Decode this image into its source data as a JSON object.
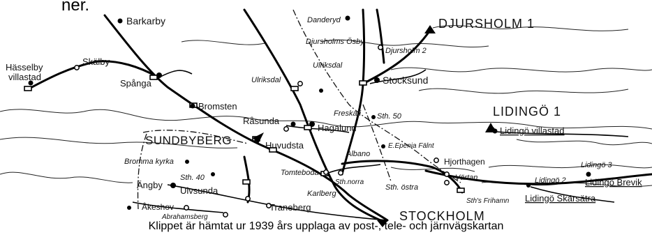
{
  "header_fragment": "ner.",
  "caption": "Klippet är hämtat ur 1939 års upplaga av post-, tele- och järnvägskartan",
  "places": {
    "barkarby": "Barkarby",
    "hasselby": [
      "Hässelby",
      "villastad"
    ],
    "skalby": "Skälby",
    "spanga": "Spånga",
    "bromsten": "Bromsten",
    "danderyd": "Danderyd",
    "djursholms_osby": "Djursholms Ösby",
    "djursholm2": "Djursholm 2",
    "djursholm1": "DJURSHOLM 1",
    "ulriksdal": "Ulriksdal",
    "ulriksdal_it": "Ulriksdal",
    "stocksund": "Stocksund",
    "rasunda": "Råsunda",
    "hagalund": "Hagalund",
    "freskati": "Freskati",
    "sth50": "Sth. 50",
    "lidingo1": "LIDINGÖ 1",
    "lidingo_villastad": "Lidingö villastad",
    "sundbyberg": "SUNDBYBERG",
    "huvudsta": "Huvudsta",
    "albano": "Albano",
    "eugenia": "E.Epenia Fälnt",
    "hjorthagen": "Hjorthagen",
    "vartan": "Värtan",
    "bromma_kyrka": "Bromma kyrka",
    "sth40": "Sth. 40",
    "tomteboda": "Tomteboda",
    "sth_norra": "Sth.norra",
    "sth_ostra": "Sth. östra",
    "lidingo2": "Lidingö 2",
    "lidingo3": "Lidingö 3",
    "lidingo_brevik": "Lidingö Brevik",
    "lidingo_skarsatra": "Lidingö Skärsätra",
    "angby": "Ängby",
    "ulvsunda": "Ulvsunda",
    "karlberg": "Karlberg",
    "sths_frihamn": "Sth's Frihamn",
    "akeshov": "Åkeshov",
    "abrahamsberg": "Abrahamsberg",
    "traneberg": "Traneberg",
    "stockholm": "STOCKHOLM"
  },
  "colors": {
    "ink": "#111111",
    "paper": "#ffffff",
    "caption_bg": "#ffffff"
  }
}
